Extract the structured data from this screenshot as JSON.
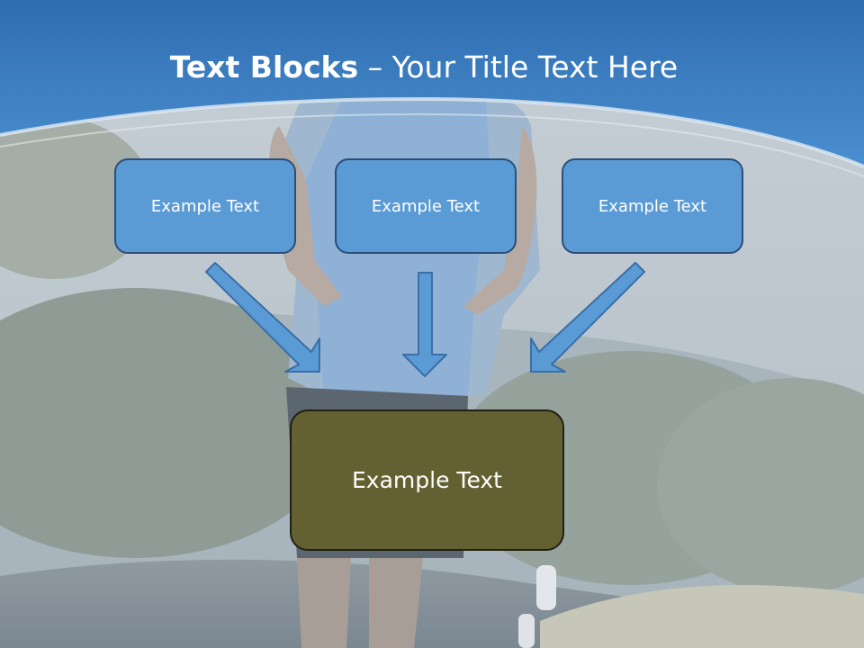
{
  "slide": {
    "title_bold": "Text Blocks",
    "title_dash": "–",
    "title_rest": "Your Title Text Here",
    "background_photo": "runner-on-road",
    "colors": {
      "header_blue": "#3d7fc1",
      "box_blue": "#5b9bd5",
      "box_blue_border": "#2a4e78",
      "result_box": "#636032",
      "arrow_fill": "#5b9bd5",
      "arrow_stroke": "#3a6ea5"
    }
  },
  "blocks": [
    {
      "label": "Example Text"
    },
    {
      "label": "Example Text"
    },
    {
      "label": "Example Text"
    }
  ],
  "result": {
    "label": "Example Text"
  },
  "arrows": [
    {
      "from": "block-1",
      "to": "result"
    },
    {
      "from": "block-2",
      "to": "result"
    },
    {
      "from": "block-3",
      "to": "result"
    }
  ]
}
